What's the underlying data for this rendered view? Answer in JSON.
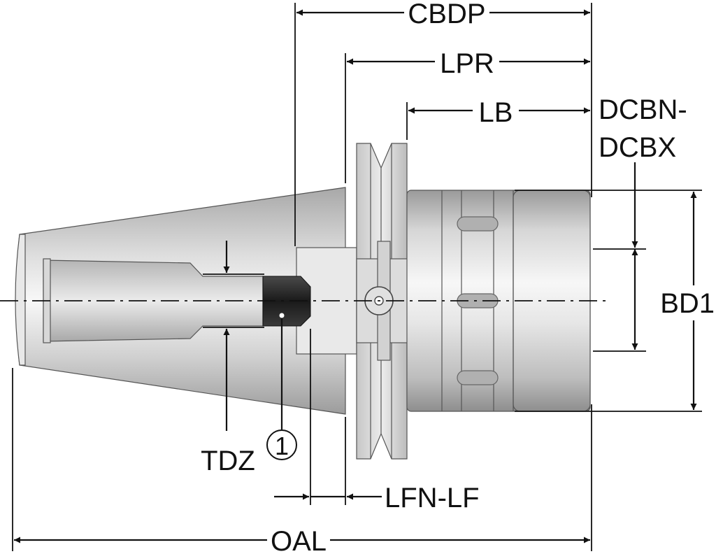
{
  "diagram": {
    "labels": {
      "cbdp": "CBDP",
      "lpr": "LPR",
      "lb": "LB",
      "dcbn": "DCBN-",
      "dcbx": "DCBX",
      "bd1": "BD1",
      "tdz": "TDZ",
      "item_1": "1",
      "lfn_lf": "LFN-LF",
      "oal": "OAL"
    },
    "colors": {
      "body_light": "#f4f4f4",
      "body_mid": "#c8c8c8",
      "body_dark": "#8a8a8a",
      "screw": "#2a2a2a",
      "lines": "#111111"
    }
  }
}
